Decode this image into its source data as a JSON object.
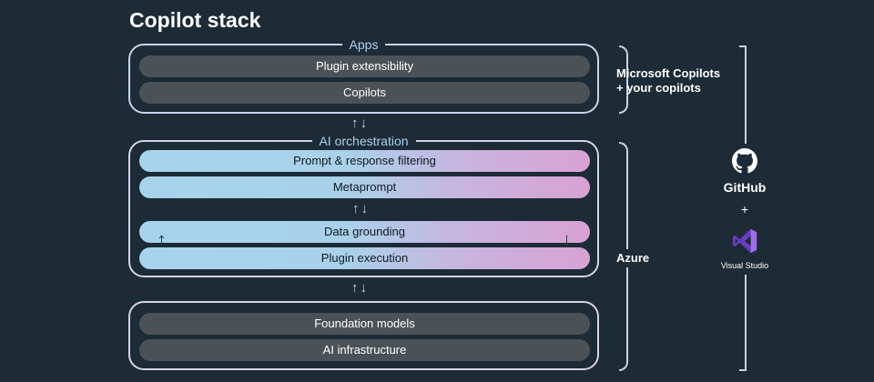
{
  "title": "Copilot stack",
  "groups": {
    "apps": {
      "label": "Apps",
      "bars": [
        "Plugin extensibility",
        "Copilots"
      ]
    },
    "orchestration": {
      "label": "AI orchestration",
      "bars": [
        "Prompt & response filtering",
        "Metaprompt",
        "Data grounding",
        "Plugin execution"
      ]
    },
    "foundation": {
      "bars": [
        "Foundation models",
        "AI infrastructure"
      ]
    }
  },
  "arrows": "↑↓",
  "side_arrows": {
    "up": "↑",
    "down": "↓"
  },
  "braces": {
    "copilots_line1": "Microsoft Copilots",
    "copilots_line2": "+ your copilots",
    "azure": "Azure"
  },
  "tools": {
    "github": "GitHub",
    "plus": "+",
    "visual_studio": "Visual Studio"
  },
  "colors": {
    "background": "#1c2b35",
    "dark_bar": "#4b5257",
    "gradient_start": "#a7d4ec",
    "gradient_end": "#d9a1d3",
    "label_blue": "#a9d3ef",
    "vs_purple": "#8a4fd6"
  },
  "icons": [
    "github-icon",
    "visual-studio-icon"
  ]
}
